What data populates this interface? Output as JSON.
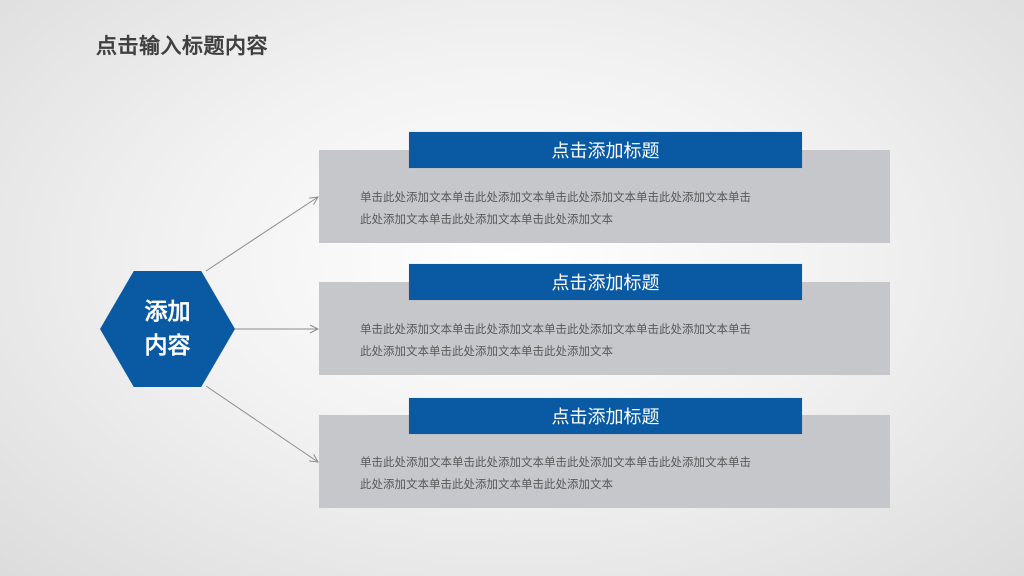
{
  "page": {
    "title": "点击输入标题内容"
  },
  "center": {
    "line1": "添加",
    "line2": "内容"
  },
  "cards": [
    {
      "title": "点击添加标题",
      "line1": "单击此处添加文本单击此处添加文本单击此处添加文本单击此处添加文本单击",
      "line2": "此处添加文本单击此处添加文本单击此处添加文本"
    },
    {
      "title": "点击添加标题",
      "line1": "单击此处添加文本单击此处添加文本单击此处添加文本单击此处添加文本单击",
      "line2": "此处添加文本单击此处添加文本单击此处添加文本"
    },
    {
      "title": "点击添加标题",
      "line1": "单击此处添加文本单击此处添加文本单击此处添加文本单击此处添加文本单击",
      "line2": "此处添加文本单击此处添加文本单击此处添加文本"
    }
  ],
  "colors": {
    "accent": "#0a5aa3",
    "card_bg": "#c5c7cb",
    "connector": "#8c8c8c"
  }
}
